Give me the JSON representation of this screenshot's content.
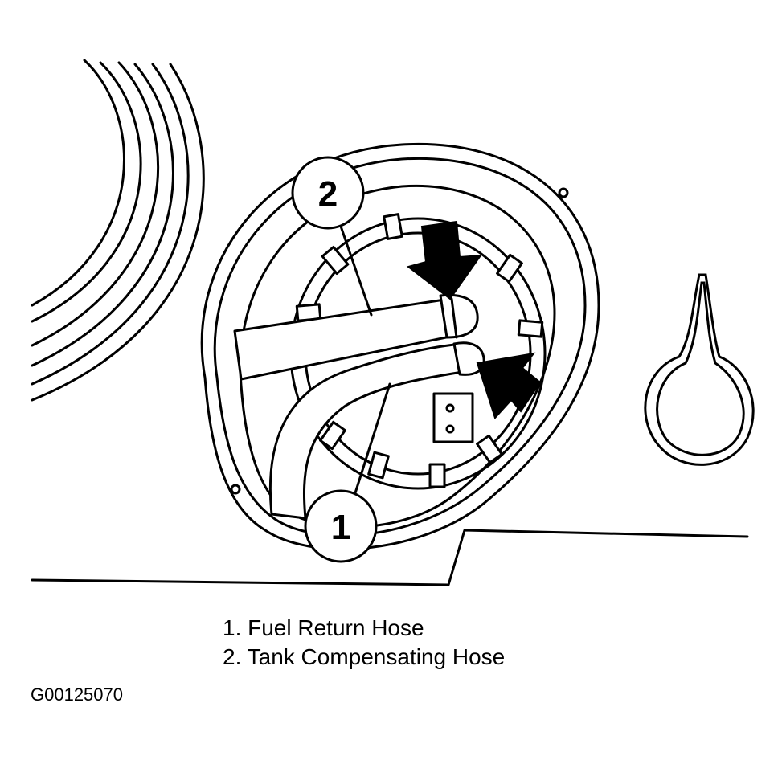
{
  "callouts": [
    {
      "number": "1",
      "target": "fuel-return-hose"
    },
    {
      "number": "2",
      "target": "tank-compensating-hose"
    }
  ],
  "legend": {
    "item_1": "1. Fuel Return Hose",
    "item_2": "2. Tank Compensating Hose"
  },
  "figure_id": "G00125070",
  "colors": {
    "line": "#000000",
    "background": "#ffffff"
  }
}
